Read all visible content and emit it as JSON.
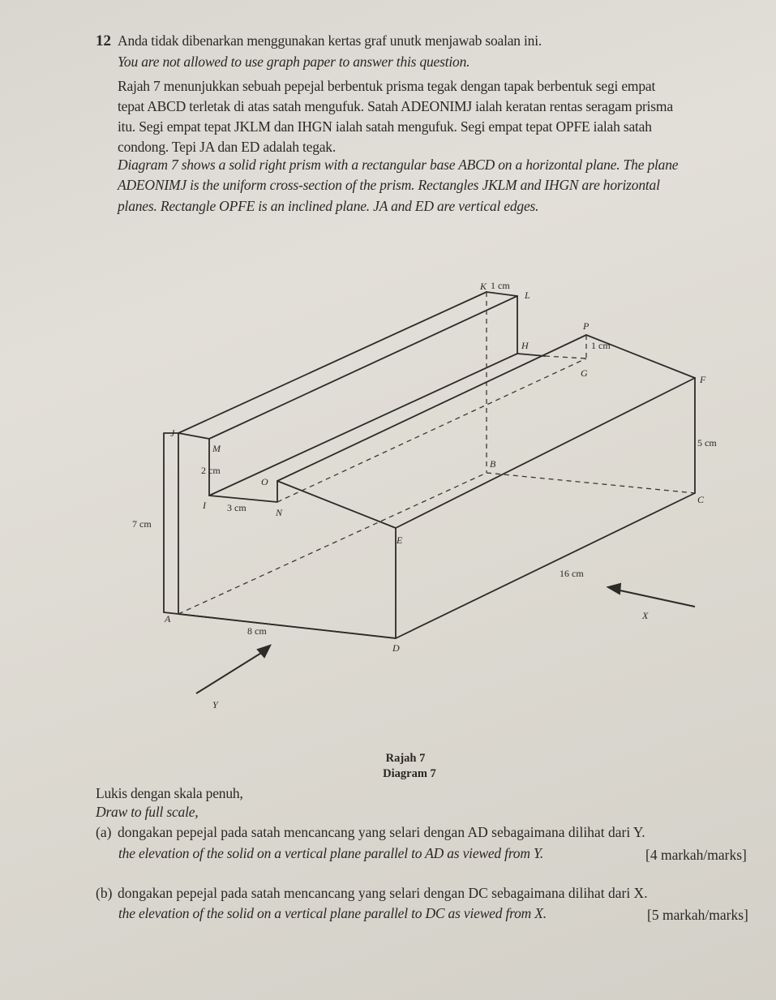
{
  "question": {
    "number": "12",
    "instruction_ms": "Anda tidak dibenarkan menggunakan kertas graf unutk menjawab soalan ini.",
    "instruction_en": "You are not allowed to use graph paper to answer this question.",
    "description_ms": [
      "Rajah 7 menunjukkan sebuah pepejal berbentuk prisma tegak dengan tapak berbentuk segi empat",
      "tepat ABCD terletak di atas satah mengufuk. Satah ADEONIMJ ialah keratan rentas seragam prisma",
      "itu. Segi empat tepat JKLM dan IHGN ialah satah mengufuk. Segi empat tepat OPFE ialah satah",
      "condong. Tepi JA dan ED adalah tegak."
    ],
    "description_en": [
      "Diagram 7 shows a solid right prism with a rectangular base ABCD on a horizontal plane. The plane",
      "ADEONIMJ is the uniform cross-section of the prism. Rectangles JKLM and IHGN are horizontal",
      "planes. Rectangle OPFE is an inclined plane. JA and ED are vertical edges."
    ]
  },
  "diagram": {
    "caption_ms": "Rajah 7",
    "caption_en": "Diagram 7",
    "vertex_labels": {
      "K": "K",
      "L": "L",
      "J": "J",
      "M": "M",
      "I": "I",
      "N": "N",
      "O": "O",
      "H": "H",
      "P": "P",
      "G": "G",
      "F": "F",
      "B": "B",
      "C": "C",
      "E": "E",
      "D": "D",
      "A": "A"
    },
    "dimensions": {
      "KL": "1 cm",
      "PG": "1 cm",
      "MI": "2 cm",
      "IN": "3 cm",
      "JA": "7 cm",
      "FC": "5 cm",
      "AD": "8 cm",
      "DC": "16 cm"
    },
    "view_labels": {
      "x": "X",
      "y": "Y"
    }
  },
  "tasks": {
    "intro_ms": "Lukis dengan skala penuh,",
    "intro_en": "Draw to full scale,",
    "items": [
      {
        "label": "(a)",
        "text_ms": "dongakan pepejal pada satah mencancang yang selari dengan AD sebagaimana dilihat dari Y.",
        "text_en": "the elevation of the solid on a vertical plane parallel to AD as viewed from Y.",
        "marks": "[4 markah/marks]"
      },
      {
        "label": "(b)",
        "text_ms": "dongakan pepejal pada satah mencancang yang selari dengan DC sebagaimana dilihat dari X.",
        "text_en": "the elevation of the solid on a vertical plane parallel to DC as viewed from X.",
        "marks": "[5 markah/marks]"
      }
    ]
  }
}
